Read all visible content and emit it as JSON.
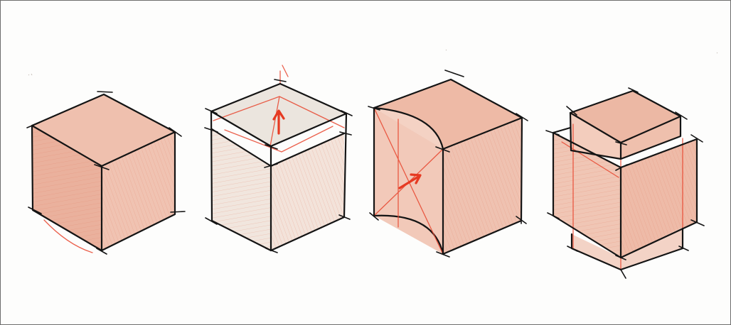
{
  "image": {
    "description_free": true,
    "colors": {
      "paper": "#fdfdfc",
      "ink": "#141414",
      "pencil_red": "#e8452e",
      "shade_light": "#f2c8b8",
      "shade_mid": "#ebb09c",
      "shade_dark": "#e09a84",
      "ghost_grey": "#e7e3de"
    },
    "figures": [
      {
        "id": "cube-solid"
      },
      {
        "id": "cube-transparent-top-arrow"
      },
      {
        "id": "cube-curved-cut-arrow"
      },
      {
        "id": "cube-stacked-offset"
      }
    ]
  }
}
